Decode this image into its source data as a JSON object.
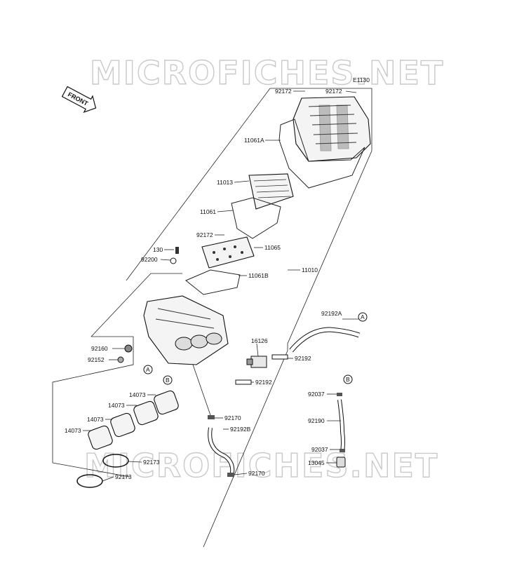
{
  "watermark": {
    "top": "MICROFICHES.NET",
    "bottom": "MICROFICHES.NET"
  },
  "front_arrow": "FRONT",
  "labels": {
    "e1130": "E1130",
    "p92172_a": "92172",
    "p92172_b": "92172",
    "p11061a": "11061A",
    "p11013": "11013",
    "p11061": "11061",
    "p92172_c": "92172",
    "p11065": "11065",
    "p130": "130",
    "p92200": "92200",
    "p11061b": "11061B",
    "p11010": "11010",
    "p92192a": "92192A",
    "ref_a1": "A",
    "p16126": "16126",
    "p92192_a": "92192",
    "p92192_b": "92192",
    "p92160": "92160",
    "p92152": "92152",
    "ref_a2": "A",
    "ref_b1": "B",
    "p14073_a": "14073",
    "p14073_b": "14073",
    "p14073_c": "14073",
    "p14073_d": "14073",
    "p92170_a": "92170",
    "p92192b": "92192B",
    "p92173_a": "92173",
    "p92173_b": "92173",
    "p92170_b": "92170",
    "ref_b2": "B",
    "p92037_a": "92037",
    "p92190": "92190",
    "p92037_b": "92037",
    "p13045": "13045"
  }
}
